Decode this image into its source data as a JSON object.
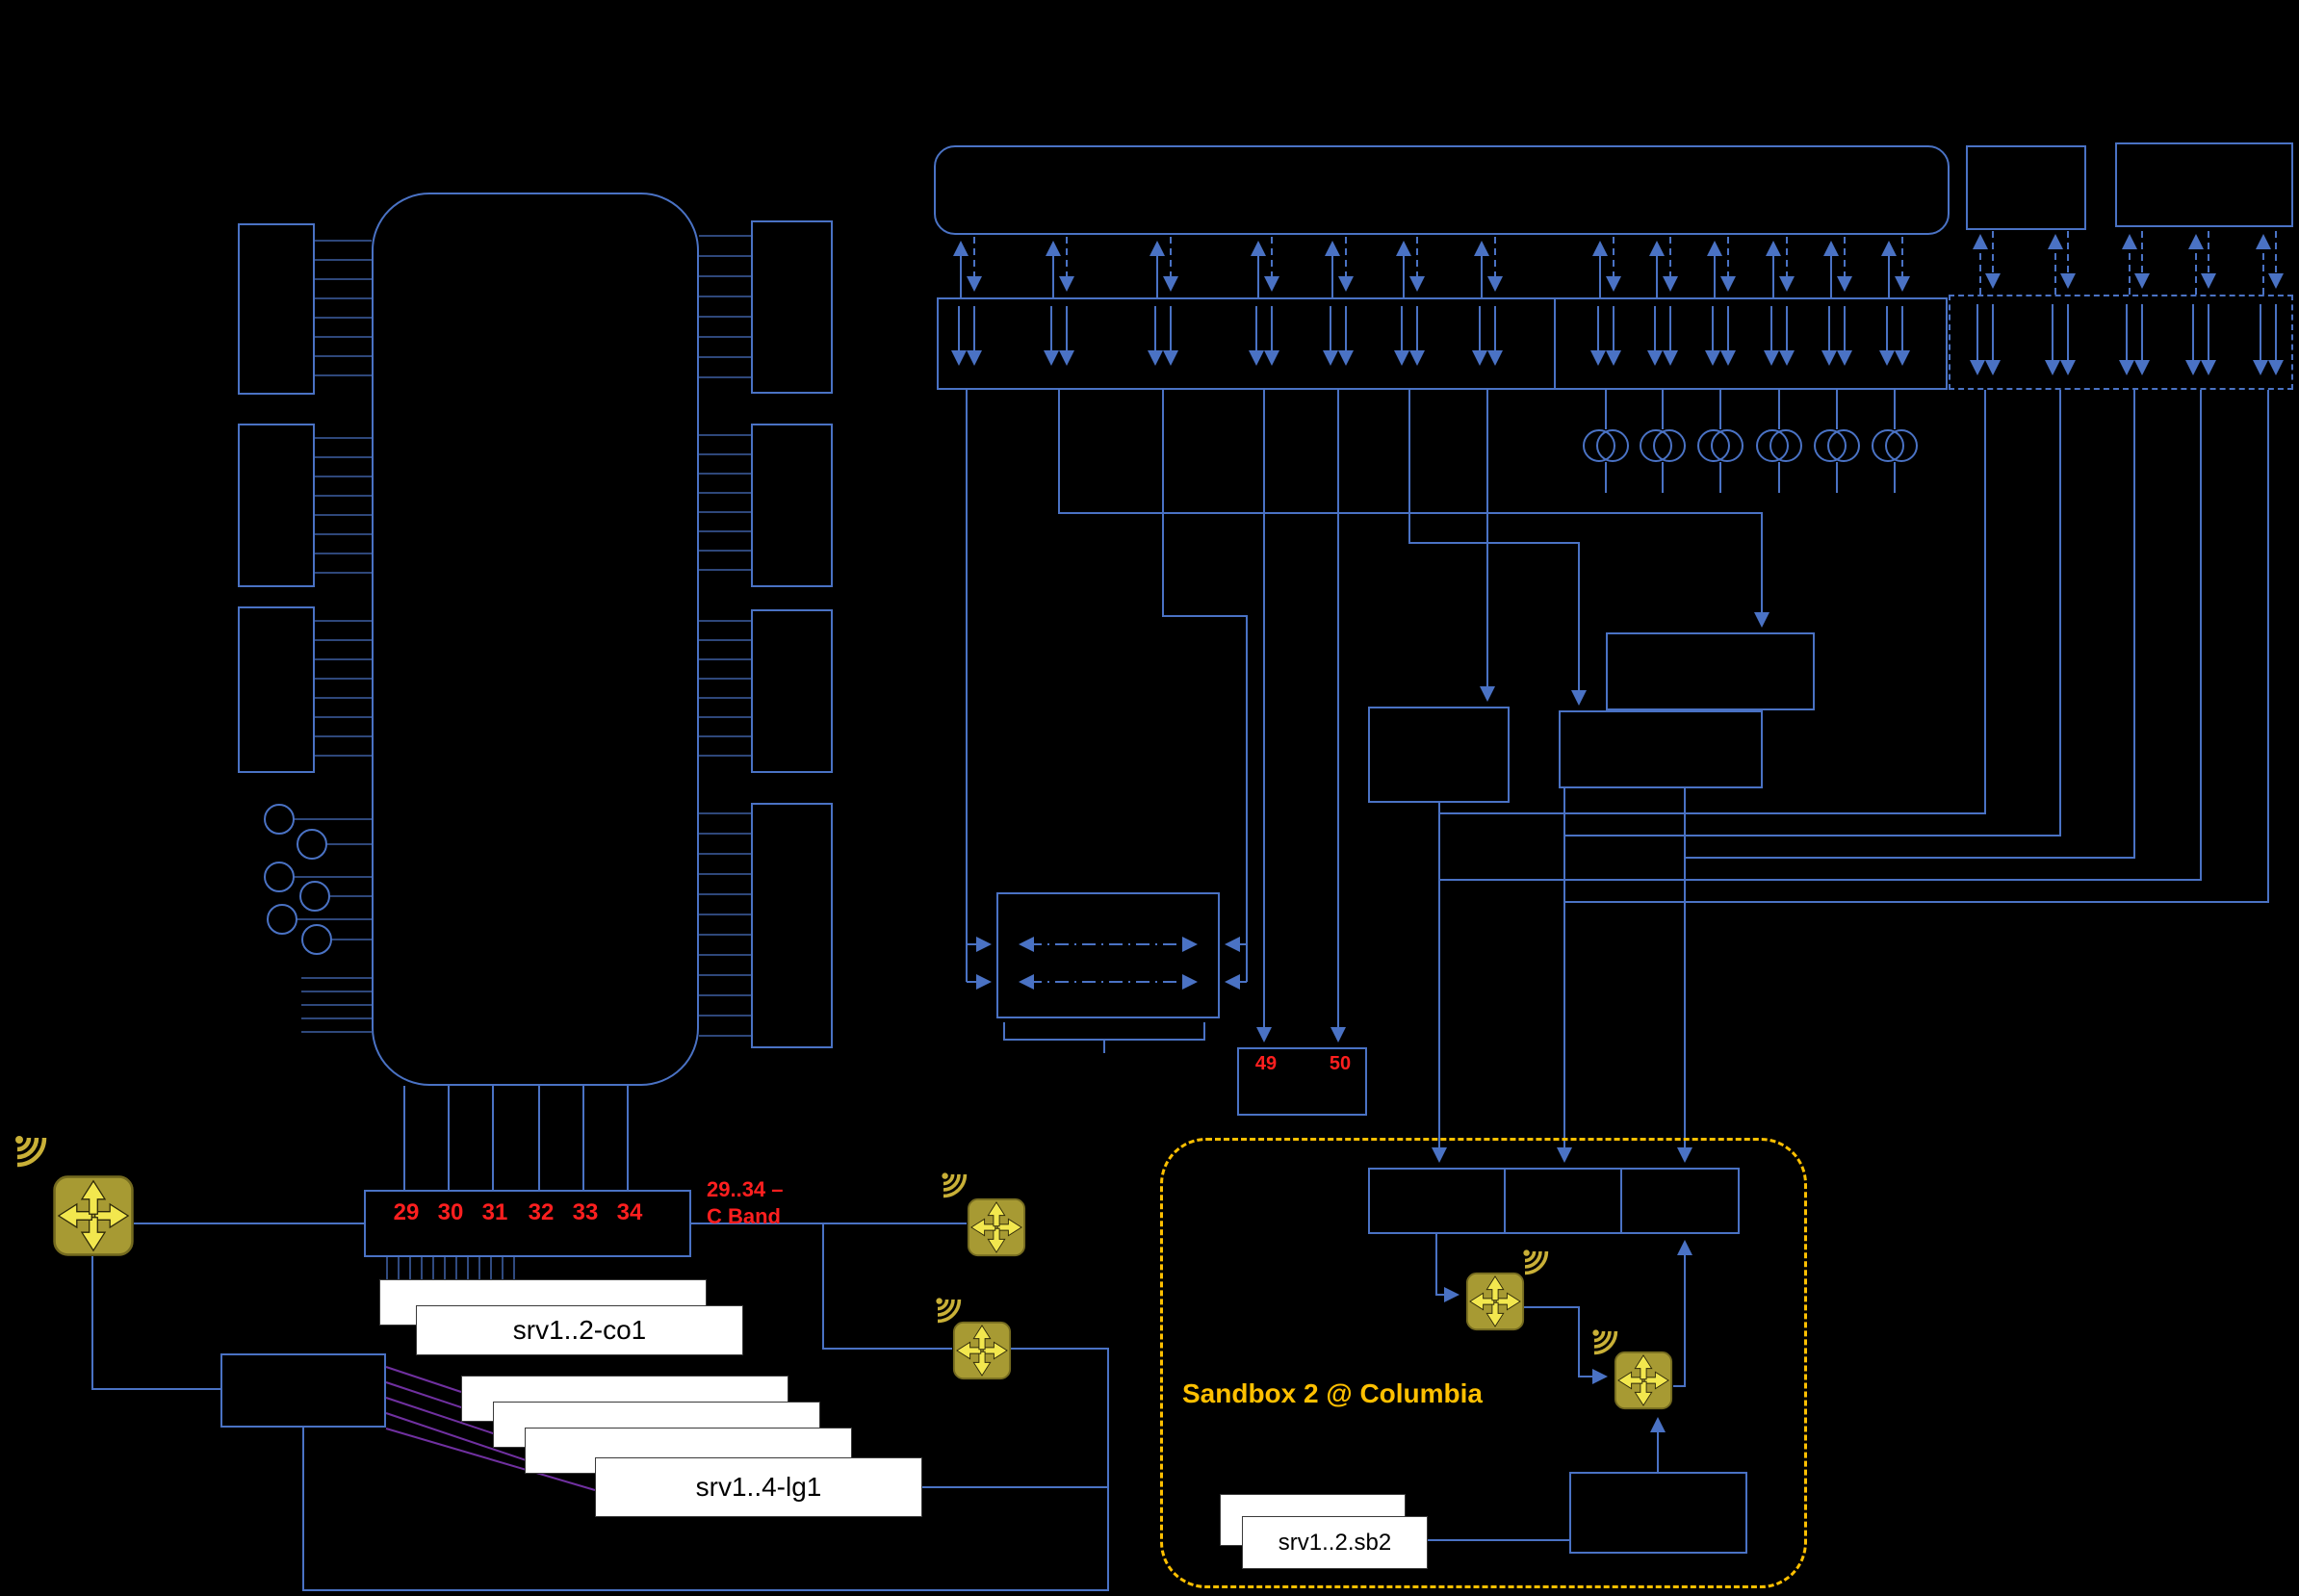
{
  "diagram": {
    "left": {
      "port_labels": [
        "29",
        "30",
        "31",
        "32",
        "33",
        "34"
      ],
      "c_band_note": {
        "line1": "29..34 –",
        "line2": "C Band"
      },
      "servers": {
        "co1": "srv1..2-co1",
        "lg1": "srv1..4-lg1"
      }
    },
    "right": {
      "port_labels_49_50": [
        "49",
        "50"
      ],
      "sandbox": {
        "title": "Sandbox 2 @ Columbia",
        "server": "srv1..2.sb2"
      }
    },
    "colors": {
      "wire_blue": "#4a72c4",
      "label_red": "#ff1f1f",
      "sandbox_yellow": "#ffc000",
      "server_box_white": "#ffffff",
      "patch_purple": "#7030a0",
      "device_gold": "#c9b037"
    }
  }
}
